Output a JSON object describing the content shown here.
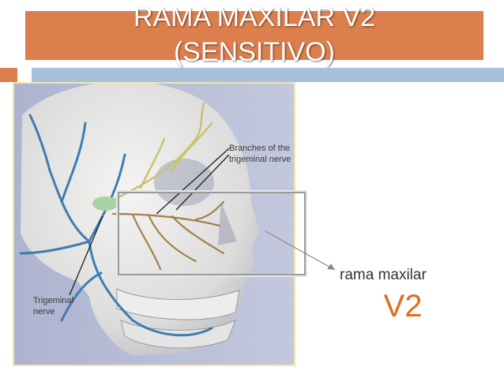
{
  "slide": {
    "title_line1": "RAMA MAXILAR V2",
    "title_line2": "(SENSITIVO)",
    "colors": {
      "title_bar": "#dd7f4c",
      "accent_bar": "#a9c0dc",
      "highlight_text": "#e46c1a"
    }
  },
  "figure": {
    "label_branches": "Branches of the trigeminal nerve",
    "label_trigeminal": "Trigeminal nerve"
  },
  "caption": {
    "text": "rama maxilar",
    "code": "V2"
  }
}
